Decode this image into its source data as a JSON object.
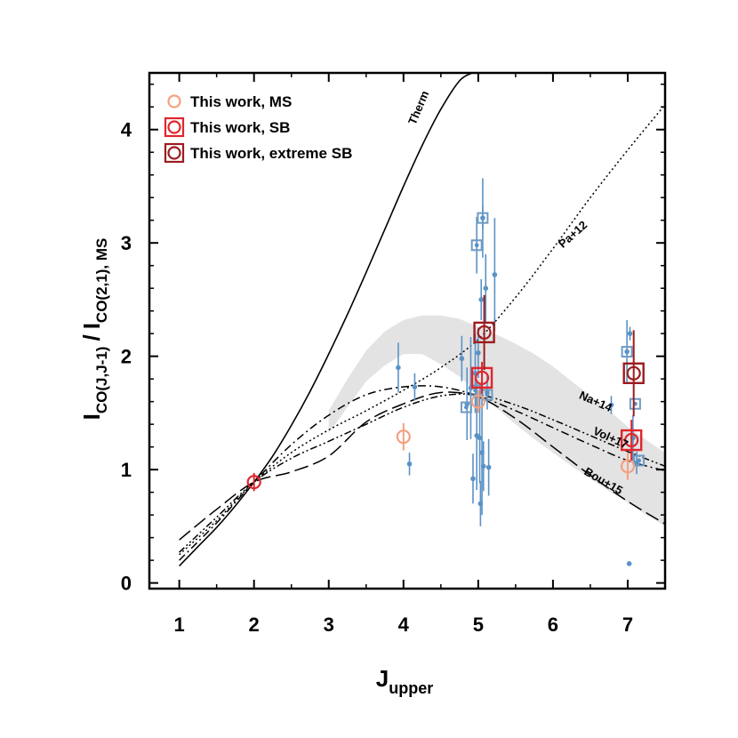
{
  "colors": {
    "ms": "#f4a07f",
    "sb": "#e0262b",
    "extreme_sb": "#9b1c1f",
    "literature": "#5b92c6",
    "literature_square": "#6f9ac4",
    "shade": "#e3e3e3"
  },
  "chart_data": {
    "type": "scatter",
    "xlabel": "J",
    "xlabel_sub": "upper",
    "ylabel_main": "I",
    "ylabel_sub1": "CO(J,J-1)",
    "ylabel_sep": "/",
    "ylabel_main2": "I",
    "ylabel_sub2": "CO(2,1), MS",
    "xlim": [
      0.6,
      7.5
    ],
    "ylim": [
      -0.05,
      4.5
    ],
    "xticks": [
      1,
      2,
      3,
      4,
      5,
      6,
      7
    ],
    "yticks": [
      0,
      1,
      2,
      3,
      4
    ],
    "xtick_labels": [
      "1",
      "2",
      "3",
      "4",
      "5",
      "6",
      "7"
    ],
    "ytick_labels": [
      "0",
      "1",
      "2",
      "3",
      "4"
    ],
    "legend": [
      {
        "label": "This work, MS",
        "style": "circle",
        "color_key": "ms"
      },
      {
        "label": "This work, SB",
        "style": "square-circle",
        "color_key": "sb"
      },
      {
        "label": "This work, extreme SB",
        "style": "square-circle",
        "color_key": "extreme_sb"
      }
    ],
    "this_work": [
      {
        "group": "MS",
        "x": 2.0,
        "y": 0.89,
        "err": 0.08,
        "style": "circle",
        "color_key": "sb"
      },
      {
        "group": "MS",
        "x": 4.0,
        "y": 1.29,
        "err": 0.12,
        "style": "circle",
        "color_key": "ms"
      },
      {
        "group": "MS",
        "x": 5.0,
        "y": 1.6,
        "err": 0.1,
        "style": "circle",
        "color_key": "ms"
      },
      {
        "group": "MS",
        "x": 7.0,
        "y": 1.03,
        "err": 0.12,
        "style": "circle",
        "color_key": "ms"
      },
      {
        "group": "SB",
        "x": 5.05,
        "y": 1.81,
        "err": 0.14,
        "style": "square-circle",
        "color_key": "sb"
      },
      {
        "group": "SB",
        "x": 7.05,
        "y": 1.26,
        "err": 0.18,
        "style": "square-circle",
        "color_key": "sb"
      },
      {
        "group": "extreme SB",
        "x": 5.08,
        "y": 2.21,
        "err": 0.33,
        "style": "square-circle",
        "color_key": "extreme_sb"
      },
      {
        "group": "extreme SB",
        "x": 7.08,
        "y": 1.85,
        "err": 0.38,
        "style": "square-circle",
        "color_key": "extreme_sb"
      }
    ],
    "literature_dots": [
      {
        "x": 3.93,
        "y": 1.9,
        "err": 0.22
      },
      {
        "x": 4.08,
        "y": 1.05,
        "err": 0.1
      },
      {
        "x": 4.15,
        "y": 1.73,
        "err": 0.12
      },
      {
        "x": 4.78,
        "y": 1.98,
        "err": 0.2
      },
      {
        "x": 4.85,
        "y": 1.58,
        "err": 0.32
      },
      {
        "x": 4.9,
        "y": 1.72,
        "err": 0.45
      },
      {
        "x": 4.93,
        "y": 0.92,
        "err": 0.22
      },
      {
        "x": 4.96,
        "y": 1.85,
        "err": 0.35
      },
      {
        "x": 4.98,
        "y": 1.3,
        "err": 0.48
      },
      {
        "x": 5.0,
        "y": 2.03,
        "err": 0.22
      },
      {
        "x": 5.02,
        "y": 1.28,
        "err": 0.4
      },
      {
        "x": 5.03,
        "y": 0.7,
        "err": 0.2
      },
      {
        "x": 5.04,
        "y": 2.5,
        "err": 0.18
      },
      {
        "x": 5.05,
        "y": 1.15,
        "err": 0.55
      },
      {
        "x": 5.06,
        "y": 3.22,
        "err": 0.35
      },
      {
        "x": 5.07,
        "y": 1.03,
        "err": 0.22
      },
      {
        "x": 5.1,
        "y": 2.6,
        "err": 0.3
      },
      {
        "x": 5.12,
        "y": 1.68,
        "err": 0.15
      },
      {
        "x": 5.14,
        "y": 1.02,
        "err": 0.25
      },
      {
        "x": 5.22,
        "y": 2.72,
        "err": 0.5
      },
      {
        "x": 6.78,
        "y": 1.57,
        "err": 0.08
      },
      {
        "x": 6.99,
        "y": 2.04,
        "err": 0.28
      },
      {
        "x": 7.03,
        "y": 2.2,
        "err": 0.06
      },
      {
        "x": 7.07,
        "y": 1.28,
        "err": 0.2
      },
      {
        "x": 7.02,
        "y": 0.17,
        "err": 0.02
      },
      {
        "x": 7.12,
        "y": 1.06,
        "err": 0.1
      }
    ],
    "literature_squares": [
      {
        "x": 4.98,
        "y": 2.98,
        "err": 0.25
      },
      {
        "x": 5.06,
        "y": 3.22,
        "err": 0.1
      },
      {
        "x": 4.84,
        "y": 1.55,
        "err": 0.0
      },
      {
        "x": 4.96,
        "y": 1.7,
        "err": 0.0
      },
      {
        "x": 5.12,
        "y": 1.66,
        "err": 0.0
      },
      {
        "x": 6.99,
        "y": 2.04,
        "err": 0.0
      },
      {
        "x": 7.1,
        "y": 1.58,
        "err": 0.0
      },
      {
        "x": 7.15,
        "y": 1.08,
        "err": 0.0
      }
    ],
    "models": [
      {
        "name": "Therm",
        "linestyle": "solid",
        "label_x": 4.25,
        "label_y": 4.18,
        "label_angle": -67,
        "x": [
          1.0,
          1.25,
          1.5,
          1.75,
          2.0,
          2.25,
          2.5,
          2.75,
          3.0,
          3.25,
          3.5,
          3.75,
          4.0,
          4.25,
          4.5,
          4.75,
          4.92
        ],
        "y": [
          0.15,
          0.32,
          0.49,
          0.68,
          0.89,
          1.12,
          1.39,
          1.69,
          2.02,
          2.37,
          2.74,
          3.12,
          3.5,
          3.86,
          4.18,
          4.43,
          4.5
        ]
      },
      {
        "name": "Pa+12",
        "linestyle": "dotted",
        "label_x": 6.3,
        "label_y": 3.05,
        "label_angle": -42,
        "x": [
          1.0,
          1.5,
          2.0,
          2.5,
          3.0,
          3.5,
          4.0,
          4.5,
          5.0,
          5.5,
          6.0,
          6.5,
          7.0,
          7.5
        ],
        "y": [
          0.25,
          0.55,
          0.89,
          1.15,
          1.35,
          1.52,
          1.7,
          1.9,
          2.15,
          2.52,
          2.95,
          3.4,
          3.82,
          4.22
        ]
      },
      {
        "name": "Na+14",
        "linestyle": "dash-dot",
        "label_x": 6.55,
        "label_y": 1.57,
        "label_angle": 24,
        "x": [
          1.0,
          1.5,
          2.0,
          2.5,
          3.0,
          3.5,
          4.0,
          4.5,
          5.0,
          5.5,
          6.0,
          6.5,
          7.0,
          7.5
        ],
        "y": [
          0.2,
          0.53,
          0.89,
          1.22,
          1.48,
          1.66,
          1.73,
          1.73,
          1.65,
          1.52,
          1.37,
          1.22,
          1.08,
          0.99
        ]
      },
      {
        "name": "Vol+17",
        "linestyle": "dash-dot-dot",
        "label_x": 6.75,
        "label_y": 1.25,
        "label_angle": 24,
        "x": [
          1.0,
          1.5,
          2.0,
          2.5,
          3.0,
          3.5,
          4.0,
          4.5,
          5.0,
          5.5,
          6.0,
          6.5,
          7.0,
          7.5
        ],
        "y": [
          0.27,
          0.58,
          0.89,
          1.1,
          1.25,
          1.4,
          1.55,
          1.65,
          1.66,
          1.57,
          1.44,
          1.3,
          1.16,
          1.03
        ]
      },
      {
        "name": "Bou+15",
        "linestyle": "long-dash",
        "label_x": 6.65,
        "label_y": 0.87,
        "label_angle": 30,
        "x": [
          1.0,
          1.5,
          2.0,
          2.5,
          3.0,
          3.5,
          4.0,
          4.5,
          5.0,
          5.5,
          6.0,
          6.5,
          7.0,
          7.5
        ],
        "y": [
          0.38,
          0.65,
          0.89,
          0.98,
          1.12,
          1.42,
          1.58,
          1.68,
          1.64,
          1.45,
          1.2,
          0.95,
          0.72,
          0.52
        ]
      }
    ],
    "shaded_band": {
      "x": [
        3.0,
        3.25,
        3.5,
        3.75,
        4.0,
        4.25,
        4.5,
        4.75,
        5.0,
        5.25,
        5.5,
        5.75,
        6.0,
        6.25,
        6.5,
        6.75,
        7.0,
        7.25,
        7.5
      ],
      "upper": [
        1.52,
        1.8,
        2.05,
        2.22,
        2.32,
        2.36,
        2.36,
        2.33,
        2.26,
        2.19,
        2.11,
        2.02,
        1.91,
        1.78,
        1.65,
        1.52,
        1.38,
        1.26,
        1.15
      ],
      "lower": [
        1.32,
        1.55,
        1.78,
        1.92,
        2.02,
        2.02,
        1.93,
        1.82,
        1.68,
        1.54,
        1.4,
        1.27,
        1.15,
        1.03,
        0.92,
        0.81,
        0.71,
        0.6,
        0.5
      ]
    }
  }
}
